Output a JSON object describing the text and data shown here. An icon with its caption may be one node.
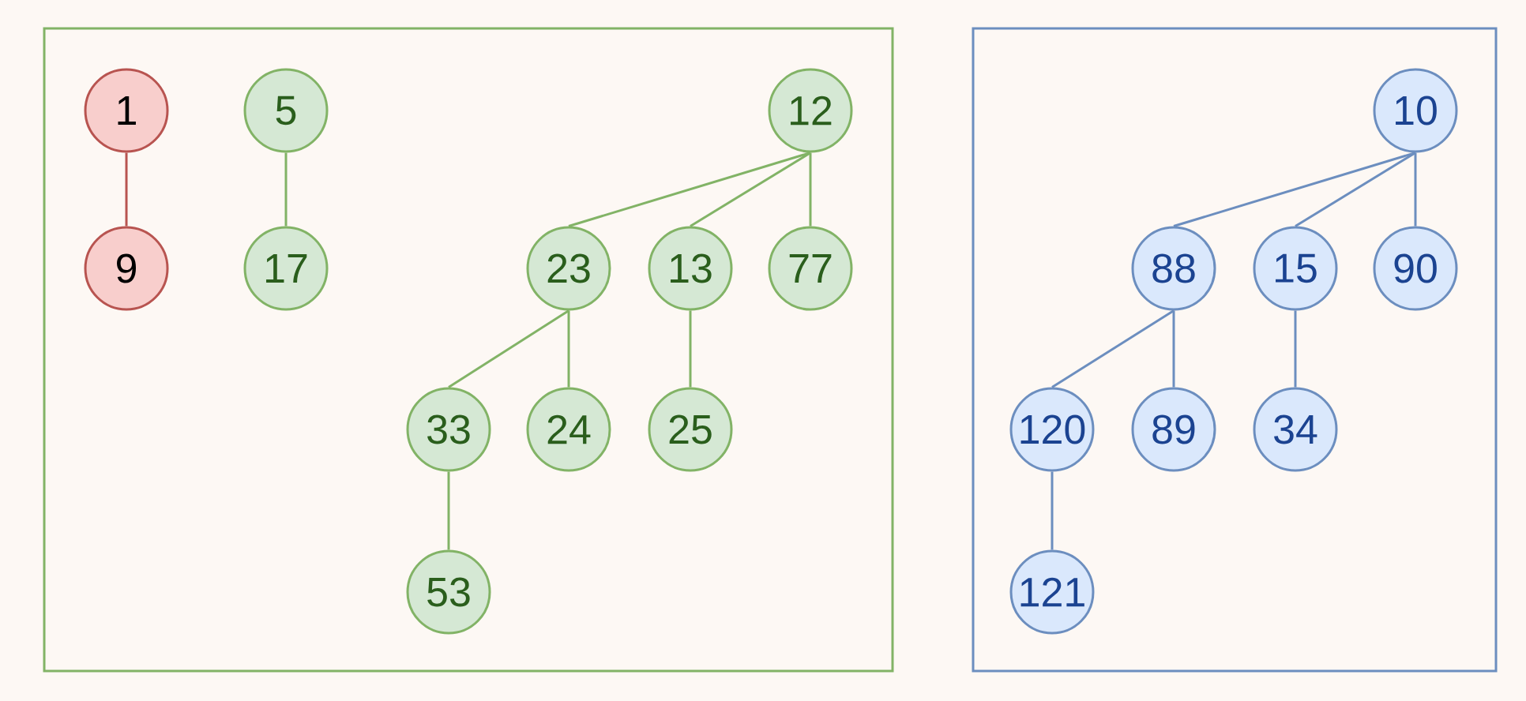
{
  "diagram": {
    "nodes": [
      {
        "text": [],
        "shape": "box"
      },
      {
        "text": [
          "1"
        ],
        "in": 0
      },
      {
        "text": [
          "5"
        ],
        "in": 0
      },
      {
        "text": [
          "12"
        ],
        "in": 0
      },
      {
        "text": [
          "9"
        ],
        "in": 0
      },
      {
        "text": [
          "17"
        ],
        "in": 0
      },
      {
        "text": [
          "23"
        ],
        "in": 0
      },
      {
        "text": [
          "13"
        ],
        "in": 0
      },
      {
        "text": [
          "77"
        ],
        "in": 0
      },
      {
        "text": [
          "33"
        ],
        "in": 0
      },
      {
        "text": [
          "24"
        ],
        "in": 0
      },
      {
        "text": [
          "25"
        ],
        "in": 0
      },
      {
        "text": [
          "53"
        ],
        "in": 0
      },
      {
        "text": [],
        "shape": "box"
      },
      {
        "text": [
          "10"
        ],
        "in": 13
      },
      {
        "text": [
          "88"
        ],
        "in": 13
      },
      {
        "text": [
          "15"
        ],
        "in": 13
      },
      {
        "text": [
          "90"
        ],
        "in": 13
      },
      {
        "text": [
          "120"
        ],
        "in": 13
      },
      {
        "text": [
          "89"
        ],
        "in": 13
      },
      {
        "text": [
          "34"
        ],
        "in": 13
      },
      {
        "text": [
          "121"
        ],
        "in": 13
      }
    ],
    "edges": [
      {
        "from": 1,
        "to": 4,
        "arrow": "none",
        "color": "#b85450"
      },
      {
        "from": 2,
        "to": 5,
        "arrow": "none"
      },
      {
        "from": 3,
        "to": 6,
        "arrow": "none"
      },
      {
        "from": 3,
        "to": 7,
        "arrow": "none"
      },
      {
        "from": 3,
        "to": 8,
        "arrow": "none"
      },
      {
        "from": 6,
        "to": 9,
        "arrow": "none"
      },
      {
        "from": 6,
        "to": 10,
        "arrow": "none"
      },
      {
        "from": 7,
        "to": 11,
        "arrow": "none"
      },
      {
        "from": 9,
        "to": 12,
        "arrow": "none"
      },
      {
        "from": 14,
        "to": 15,
        "arrow": "none",
        "color": "#6c8ebf"
      },
      {
        "from": 14,
        "to": 16,
        "arrow": "none",
        "color": "#6c8ebf"
      },
      {
        "from": 14,
        "to": 17,
        "arrow": "none",
        "color": "#6c8ebf"
      },
      {
        "from": 15,
        "to": 18,
        "arrow": "none",
        "color": "#6c8ebf"
      },
      {
        "from": 15,
        "to": 19,
        "arrow": "none",
        "color": "#6c8ebf"
      },
      {
        "from": 16,
        "to": 20,
        "arrow": "none",
        "color": "#6c8ebf"
      },
      {
        "from": 18,
        "to": 21,
        "arrow": "none",
        "color": "#6c8ebf"
      }
    ]
  }
}
